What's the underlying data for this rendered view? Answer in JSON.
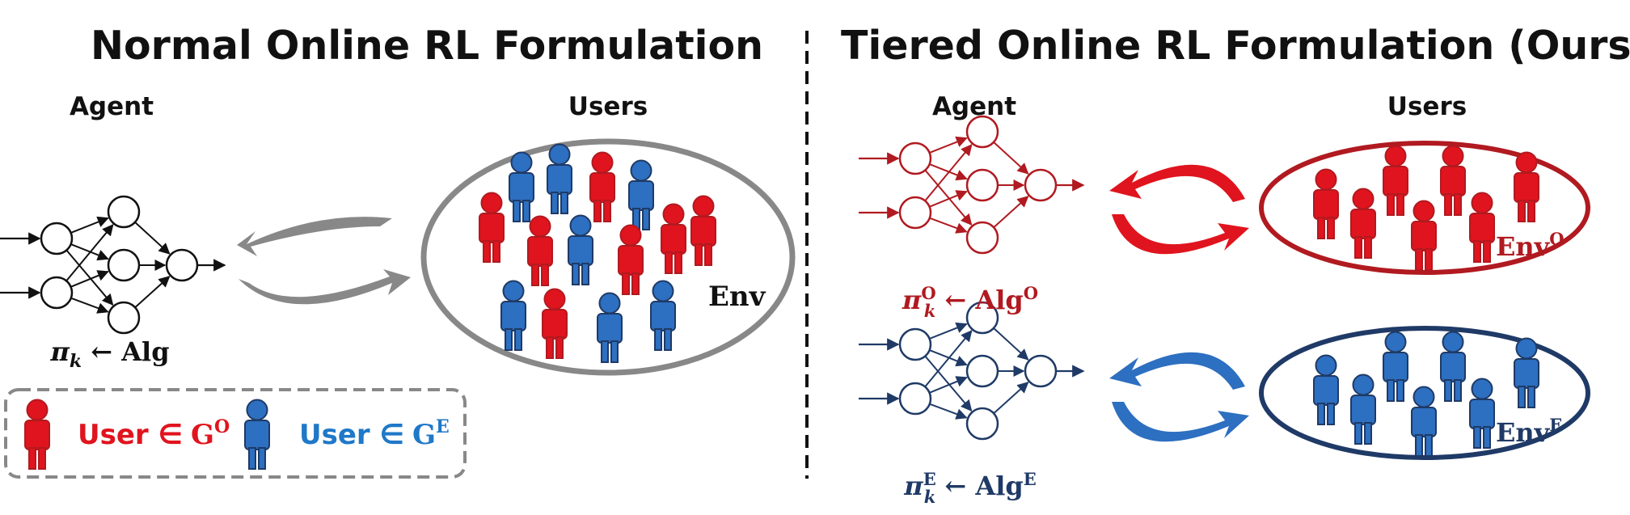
{
  "left_panel": {
    "title": "Normal Online RL Formulation",
    "agent_label": "Agent",
    "users_label": "Users",
    "env_label": "Env",
    "policy_label": {
      "pi": "π",
      "sub": "k",
      "arrow": "←",
      "alg": "Alg"
    }
  },
  "right_panel": {
    "title": "Tiered Online RL Formulation (Ours)",
    "agent_label": "Agent",
    "users_label": "Users",
    "top_env_label": {
      "base": "Env",
      "sup": "O"
    },
    "bottom_env_label": {
      "base": "Env",
      "sup": "E"
    },
    "top_policy_label": {
      "pi": "π",
      "sub": "k",
      "sup": "O",
      "arrow": "←",
      "alg": "Alg",
      "alg_sup": "O"
    },
    "bottom_policy_label": {
      "pi": "π",
      "sub": "k",
      "sup": "E",
      "arrow": "←",
      "alg": "Alg",
      "alg_sup": "E"
    }
  },
  "legend": {
    "item_o": {
      "text": "User ∈",
      "group": "G",
      "sup": "O"
    },
    "item_e": {
      "text": "User ∈",
      "group": "G",
      "sup": "E"
    }
  },
  "colors": {
    "red": "#e0141e",
    "red_dark": "#b01a20",
    "blue": "#2d6fc0",
    "blue_dark": "#1f3a66",
    "gray": "#888888",
    "legend_red_text": "#e0141e",
    "legend_blue_text": "#1f78c8"
  },
  "icons": {
    "network": "neural-network-icon",
    "user": "person-icon",
    "cycle": "cycle-arrows-icon"
  }
}
